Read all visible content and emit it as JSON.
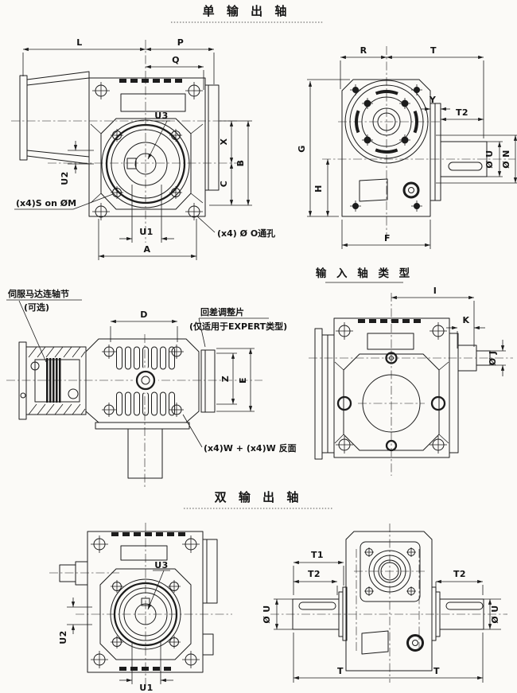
{
  "drawing": {
    "bg": "#fbfaf7",
    "ink": "#1c1c1c",
    "titles": {
      "single_output": "单 输 出 轴",
      "input_shaft_type": "输 入 轴 类 型",
      "double_output": "双 输 出 轴"
    },
    "single_front": {
      "dims": {
        "L": "L",
        "P": "P",
        "Q": "Q",
        "U3": "U3",
        "X": "X",
        "B": "B",
        "C": "C",
        "U2": "U2",
        "U1": "U1",
        "A": "A"
      },
      "callouts": {
        "screws": "(x4)S on ØM",
        "through_holes": "(x4) Ø O通孔"
      }
    },
    "single_side": {
      "dims": {
        "R": "R",
        "T": "T",
        "Y": "Y",
        "T2": "T2",
        "G": "G",
        "H": "H",
        "F": "F",
        "dia_U": "Ø U",
        "dia_N": "Ø N"
      }
    },
    "input_side": {
      "dims": {
        "D": "D",
        "Z": "Z",
        "E": "E"
      },
      "callouts": {
        "servo_coupling": "伺服马达连轴节",
        "servo_optional": "(可选)",
        "backlash_shim": "回差调整片",
        "backlash_note": "(仅适用于EXPERT类型)",
        "w_holes": "(x4)W + (x4)W 反面"
      }
    },
    "input_front": {
      "dims": {
        "I": "I",
        "K": "K",
        "dia_J": "Ø J"
      }
    },
    "double_front": {
      "dims": {
        "U3": "U3",
        "U2": "U2",
        "U1": "U1"
      }
    },
    "double_side": {
      "dims": {
        "T1": "T1",
        "T2": "T2",
        "T": "T",
        "dia_U": "Ø U"
      }
    }
  }
}
